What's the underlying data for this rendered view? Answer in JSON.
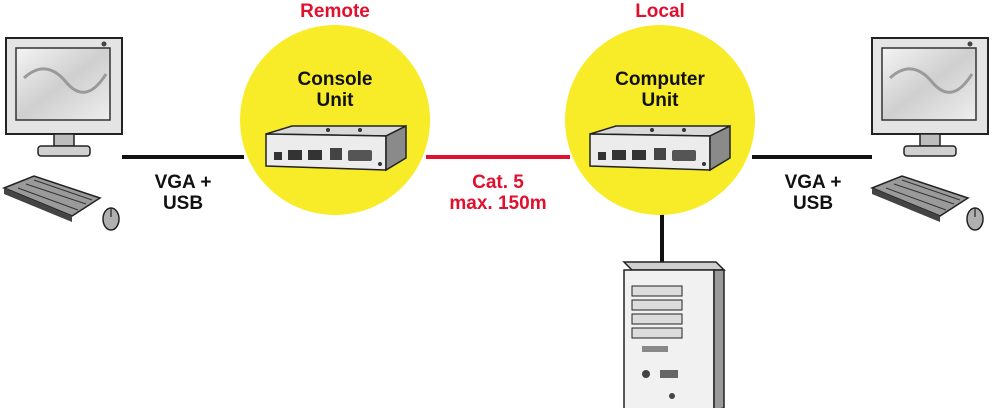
{
  "labels": {
    "remote": "Remote",
    "local": "Local",
    "console_unit": [
      "Console",
      "Unit"
    ],
    "computer_unit": [
      "Computer",
      "Unit"
    ],
    "left_cable": [
      "VGA +",
      "USB"
    ],
    "middle_cable": [
      "Cat. 5",
      "max. 150m"
    ],
    "right_cable": [
      "VGA +",
      "USB"
    ]
  },
  "colors": {
    "accent_red": "#e0102f",
    "circle_yellow": "#f8ec28",
    "line_black": "#111111"
  },
  "icons": [
    "monitor-icon",
    "keyboard-icon",
    "mouse-icon",
    "kvm-extender-box-icon",
    "pc-tower-icon"
  ]
}
